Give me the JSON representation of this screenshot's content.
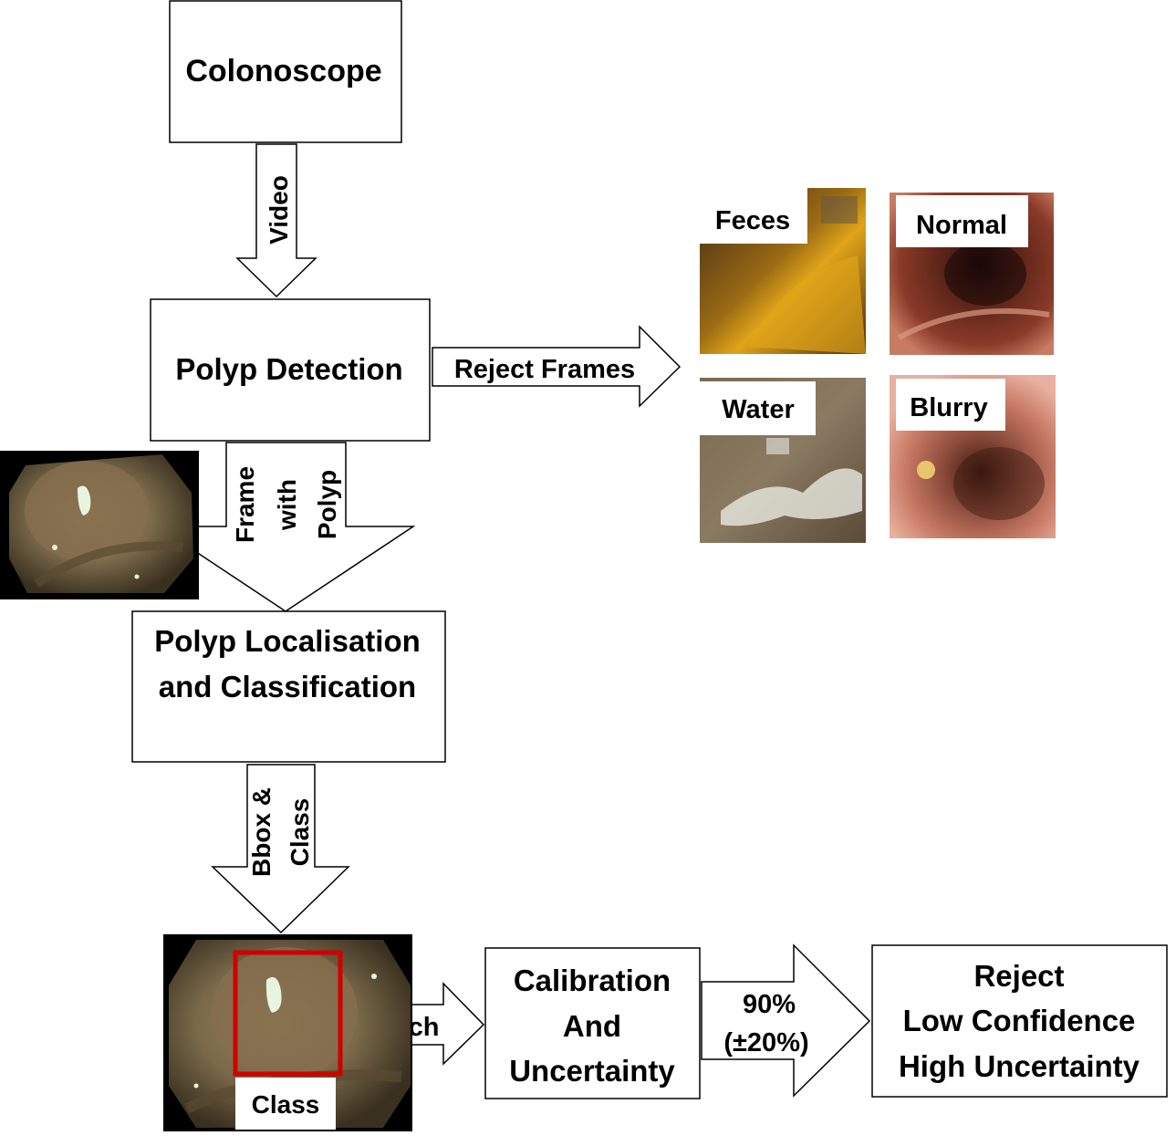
{
  "boxes": {
    "colonoscope": "Colonoscope",
    "polyp_detection": "Polyp Detection",
    "localisation_line1": "Polyp Localisation",
    "localisation_line2": "and Classification",
    "calibration_line1": "Calibration",
    "calibration_line2": "And",
    "calibration_line3": "Uncertainty",
    "reject_line1": "Reject",
    "reject_line2": "Low Confidence",
    "reject_line3": "High Uncertainty"
  },
  "arrows": {
    "video": "Video",
    "reject_frames": "Reject Frames",
    "frame_with_polyp_line1": "Frame",
    "frame_with_polyp_line2": "with",
    "frame_with_polyp_line3": "Polyp",
    "bbox_class_line1": "Bbox &",
    "bbox_class_line2": "Class",
    "patch": "Patch",
    "threshold_line1": "90%",
    "threshold_line2": "(±20%)"
  },
  "rejected_frame_labels": {
    "feces": "Feces",
    "normal": "Normal",
    "water": "Water",
    "blurry": "Blurry"
  },
  "image_labels": {
    "class": "Class"
  },
  "colors": {
    "box_stroke": "#000000",
    "bbox": "#d00000",
    "tissue": "#7d6a4c",
    "image_background": "#000000"
  }
}
